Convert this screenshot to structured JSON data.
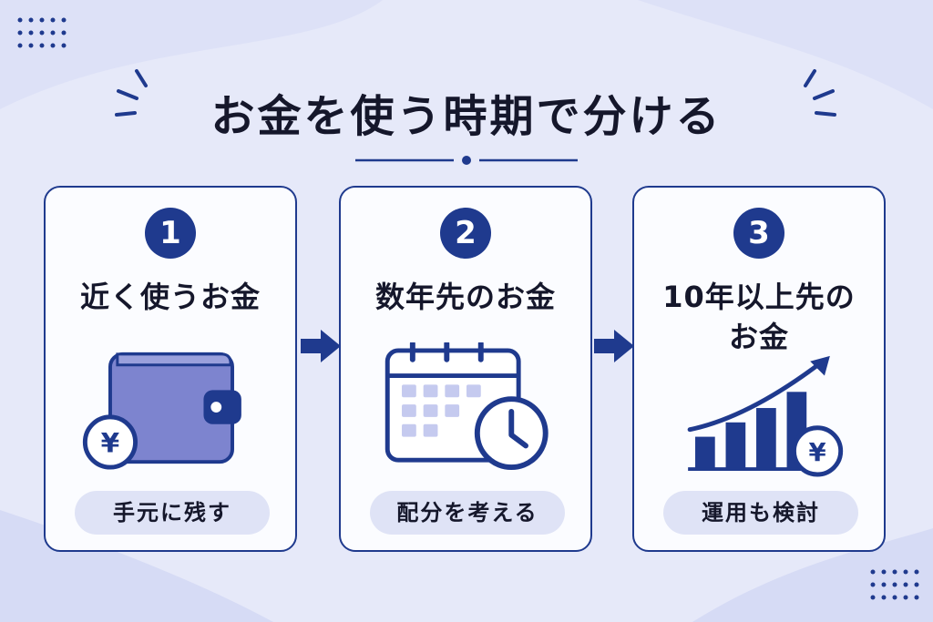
{
  "title": "お金を使う時期で分ける",
  "cards": [
    {
      "number": "1",
      "title_lines": [
        "近く使うお金"
      ],
      "action": "手元に残す",
      "icon": "wallet-yen-icon"
    },
    {
      "number": "2",
      "title_lines": [
        "数年先のお金"
      ],
      "action": "配分を考える",
      "icon": "calendar-clock-icon"
    },
    {
      "number": "3",
      "title_lines": [
        "10年以上先の",
        "お金"
      ],
      "action": "運用も検討",
      "icon": "growth-chart-yen-icon"
    }
  ],
  "yen_symbol": "¥",
  "colors": {
    "navy": "#1f3a8e",
    "lavender": "#dfe3f6",
    "background": "#e6e9f9",
    "wallet": "#7d84cf"
  }
}
